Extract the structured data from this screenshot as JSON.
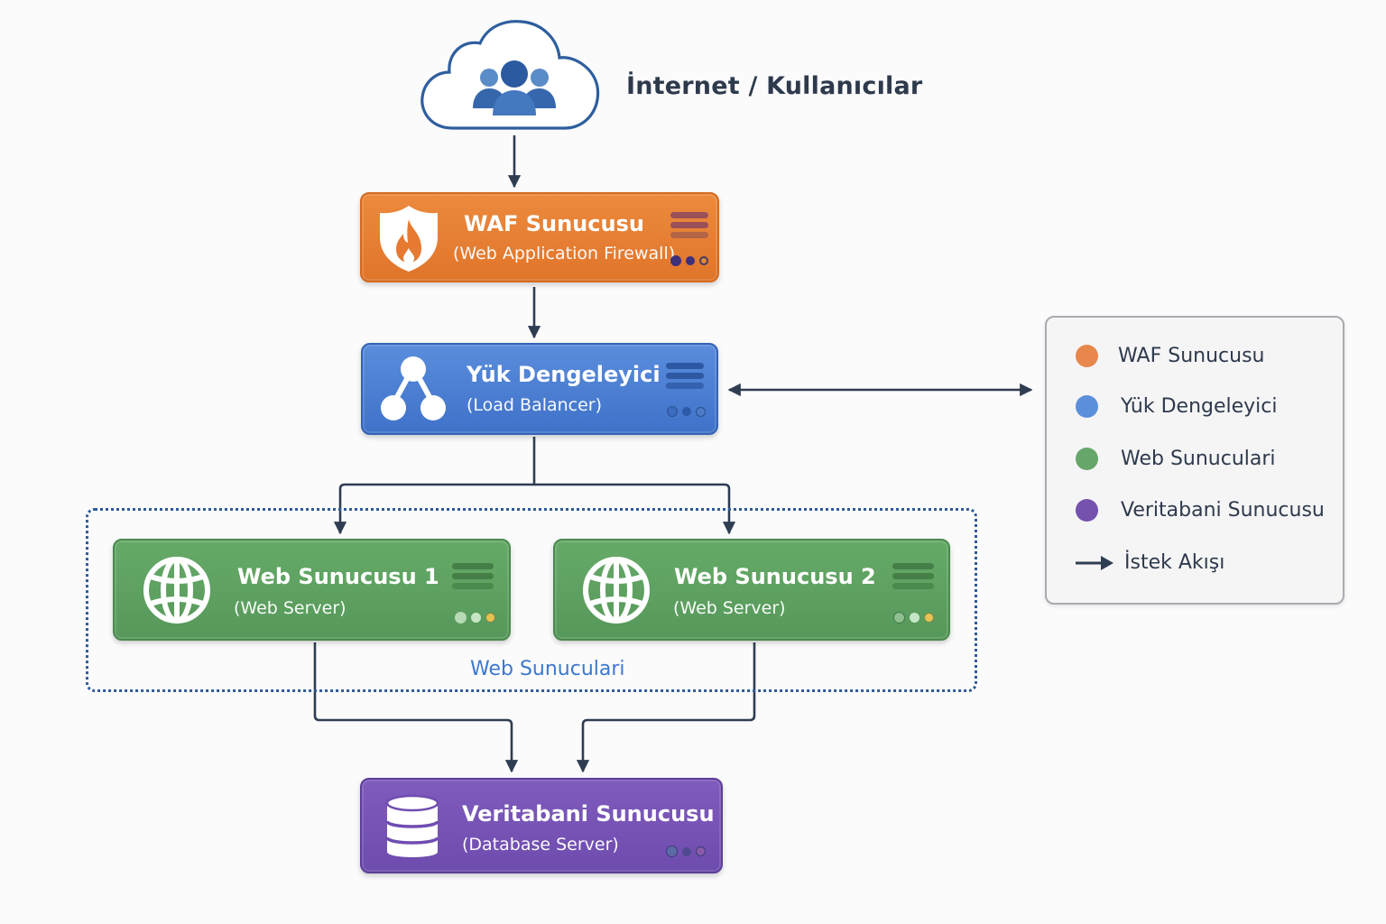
{
  "diagram": {
    "source": {
      "label": "İnternet / Kullanıcılar",
      "icon": "users-cloud-icon"
    },
    "nodes": {
      "waf": {
        "title": "WAF Sunucusu",
        "subtitle": "(Web Application Firewall)",
        "icon": "shield-fire-icon",
        "color": "#e67e33",
        "status_dots": [
          "#3d2f7a",
          "#3d2f7a",
          "#e67e33"
        ]
      },
      "load_balancer": {
        "title": "Yük Dengeleyici",
        "subtitle": "(Load Balancer)",
        "icon": "network-tree-icon",
        "color": "#4a7fd2",
        "status_dots": [
          "#3c6cc0",
          "#2d5aa6",
          "#3c6cc0"
        ]
      },
      "web_server_1": {
        "title": "Web Sunucusu 1",
        "subtitle": "(Web Server)",
        "icon": "globe-icon",
        "color": "#5fa062",
        "status_dots": [
          "#b5dab5",
          "#c7e6c5",
          "#e6c352"
        ]
      },
      "web_server_2": {
        "title": "Web Sunucusu 2",
        "subtitle": "(Web Server)",
        "icon": "globe-icon",
        "color": "#5fa062",
        "status_dots": [
          "#8fbf91",
          "#c7e6c5",
          "#e6c352"
        ]
      },
      "database": {
        "title": "Veritabani Sunucusu",
        "subtitle": "(Database Server)",
        "icon": "database-icon",
        "color": "#7653b5",
        "status_dots": [
          "#5d6aa6",
          "#4f4a90",
          "#8a5aa8"
        ]
      }
    },
    "group": {
      "label": "Web Sunuculari"
    },
    "edges": [
      {
        "from": "source",
        "to": "waf",
        "type": "arrow"
      },
      {
        "from": "waf",
        "to": "load_balancer",
        "type": "arrow"
      },
      {
        "from": "load_balancer",
        "to": "web_server_1",
        "type": "arrow"
      },
      {
        "from": "load_balancer",
        "to": "web_server_2",
        "type": "arrow"
      },
      {
        "from": "web_server_1",
        "to": "database",
        "type": "arrow"
      },
      {
        "from": "web_server_2",
        "to": "database",
        "type": "arrow"
      },
      {
        "from": "load_balancer",
        "to": "legend",
        "type": "bidirectional"
      }
    ]
  },
  "legend": {
    "items": [
      {
        "label": "WAF Sunucusu",
        "color": "#e8874c"
      },
      {
        "label": "Yük Dengeleyici",
        "color": "#5b8fdb"
      },
      {
        "label": "Web Sunuculari",
        "color": "#66a66a"
      },
      {
        "label": "Veritabani Sunucusu",
        "color": "#7552ae"
      }
    ],
    "flow_label": "İstek Akışı",
    "flow_icon": "arrow-right-icon"
  }
}
